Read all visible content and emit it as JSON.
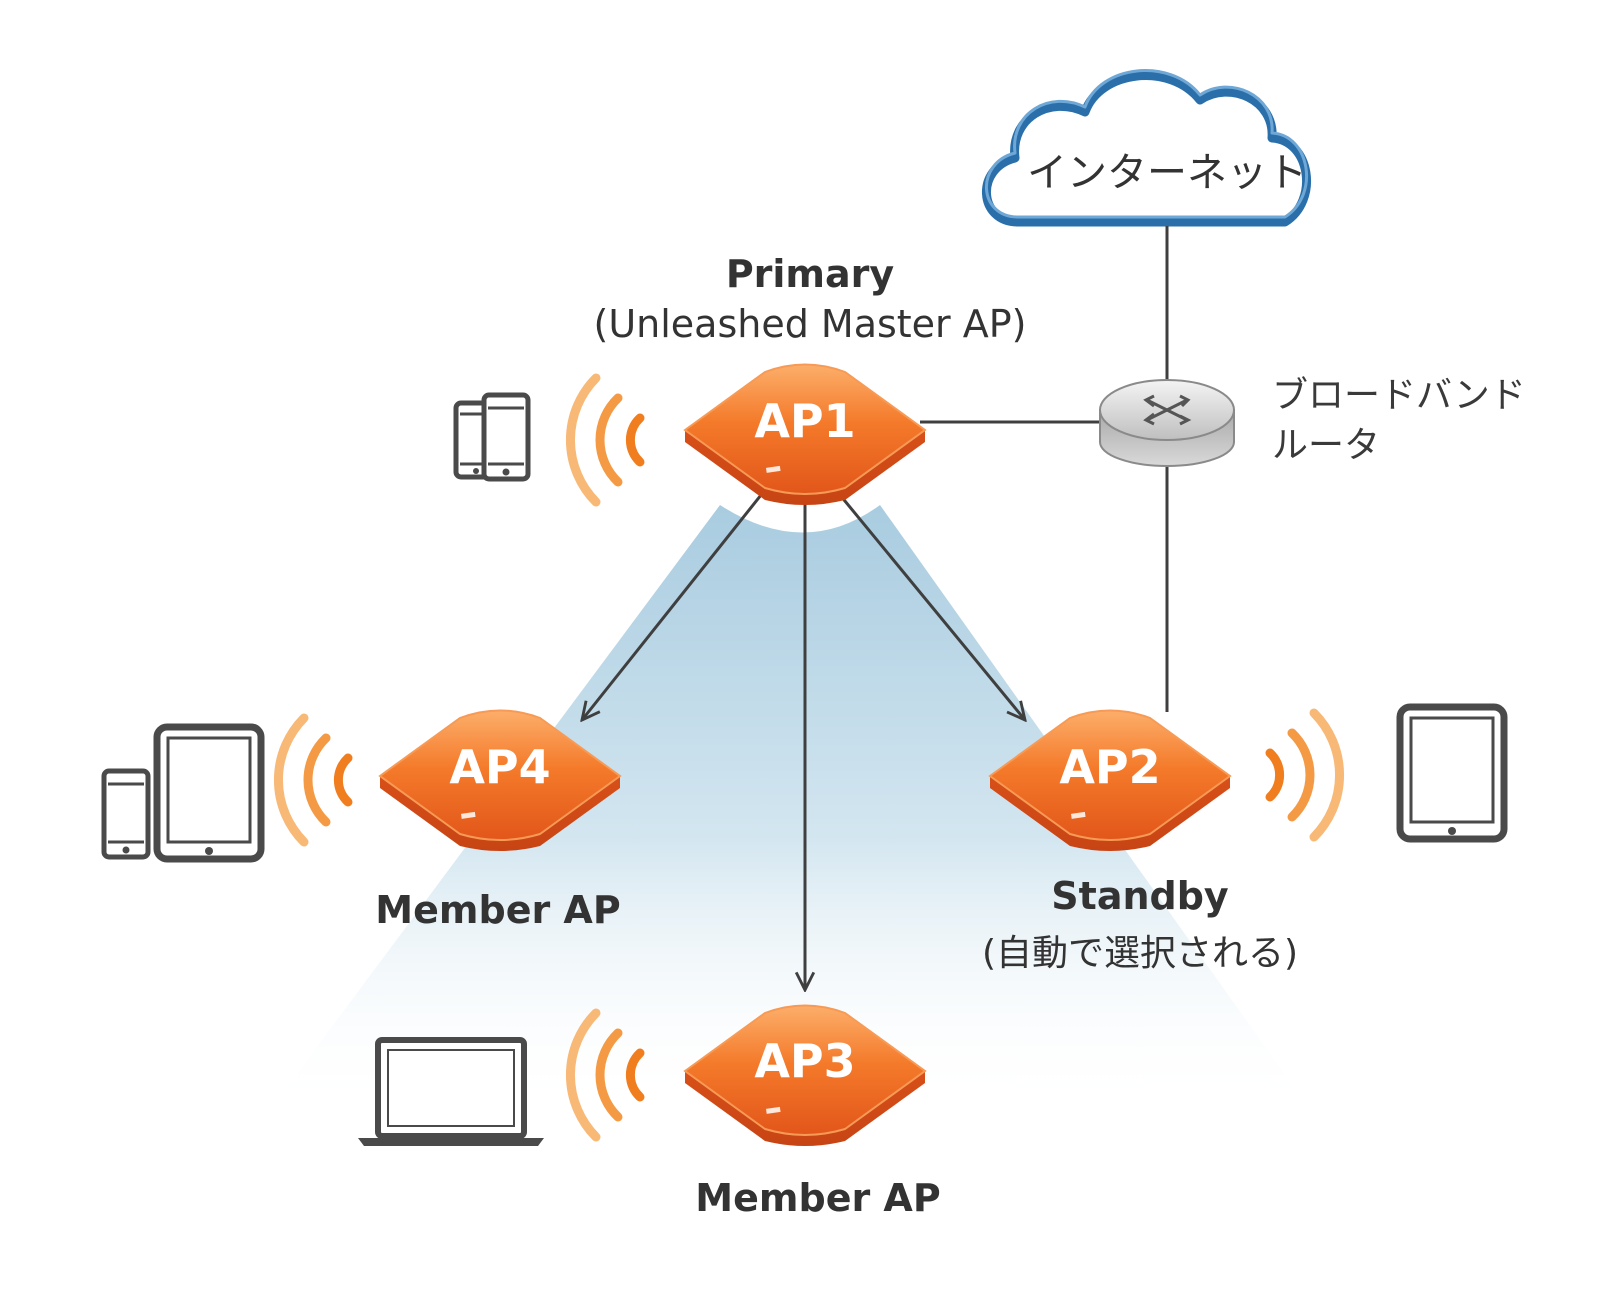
{
  "internet": {
    "label": "インターネット"
  },
  "router": {
    "line1": "ブロードバンド",
    "line2": "ルータ"
  },
  "primary": {
    "title": "Primary",
    "subtitle": "(Unleashed Master AP)"
  },
  "standby": {
    "title": "Standby",
    "subtitle": "(自動で選択される)"
  },
  "member_ap_left": {
    "label": "Member AP"
  },
  "member_ap_bottom": {
    "label": "Member AP"
  },
  "aps": {
    "ap1": "AP1",
    "ap2": "AP2",
    "ap3": "AP3",
    "ap4": "AP4"
  },
  "colors": {
    "ap_orange": "#f26b21",
    "ap_orange_light": "#fba25a",
    "wifi_orange": "#f07d1e",
    "cloud_blue": "#2a6faa",
    "line_gray": "#3f3f3f",
    "coverage_blue": "#b9d6e6",
    "device_gray": "#4a4a4a"
  },
  "icons": {
    "cloud": "cloud-icon",
    "router": "router-icon",
    "wifi": "wifi-icon",
    "smartphone": "smartphone-icon",
    "tablet": "tablet-icon",
    "laptop": "laptop-icon"
  }
}
